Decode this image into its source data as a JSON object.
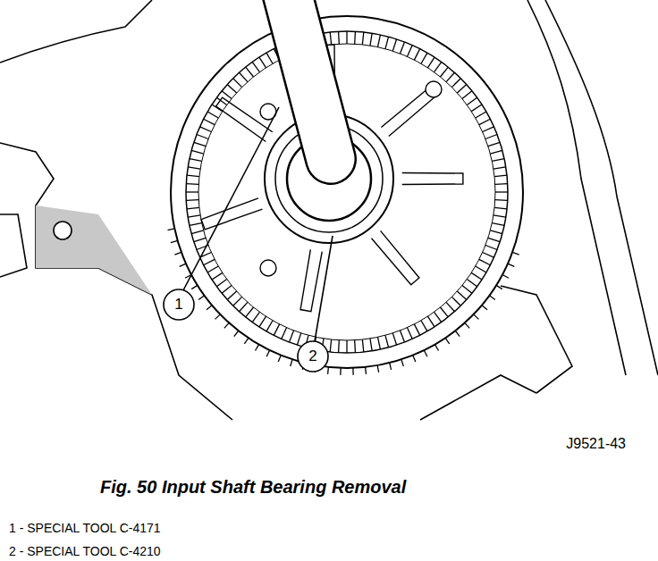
{
  "diagram": {
    "caption": "Fig. 50 Input Shaft Bearing Removal",
    "labels": [
      "1",
      "2",
      "J9521-43",
      "1 - SPECIAL TOOL C-4171",
      "2 - SPECIAL TOOL C-4210"
    ]
  }
}
